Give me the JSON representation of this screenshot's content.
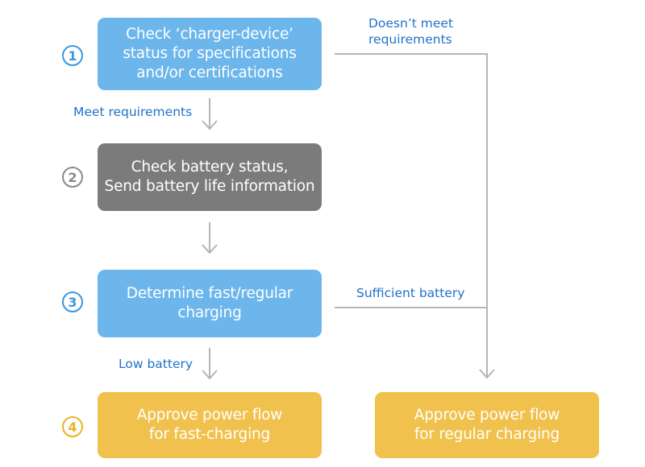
{
  "steps": [
    {
      "number": "1",
      "lines": [
        "Check ‘charger-device’",
        "status for specifications",
        "and/or certifications"
      ]
    },
    {
      "number": "2",
      "lines": [
        "Check battery status,",
        "Send battery life information"
      ]
    },
    {
      "number": "3",
      "lines": [
        "Determine fast/regular",
        "charging"
      ]
    },
    {
      "number": "4",
      "lines": [
        "Approve power flow",
        "for fast-charging"
      ]
    }
  ],
  "side_box": {
    "lines": [
      "Approve power flow",
      "for regular charging"
    ]
  },
  "labels": {
    "meet_requirements": "Meet requirements",
    "doesnt_meet": [
      "Doesn’t meet",
      "requirements"
    ],
    "sufficient_battery": "Sufficient battery",
    "low_battery": "Low battery"
  },
  "colors": {
    "blue_box": "#6cb6ec",
    "gray_box": "#7b7b7b",
    "yellow_box": "#f1c14d",
    "label_text": "#1f73c8",
    "arrow": "#b5b5b5"
  }
}
